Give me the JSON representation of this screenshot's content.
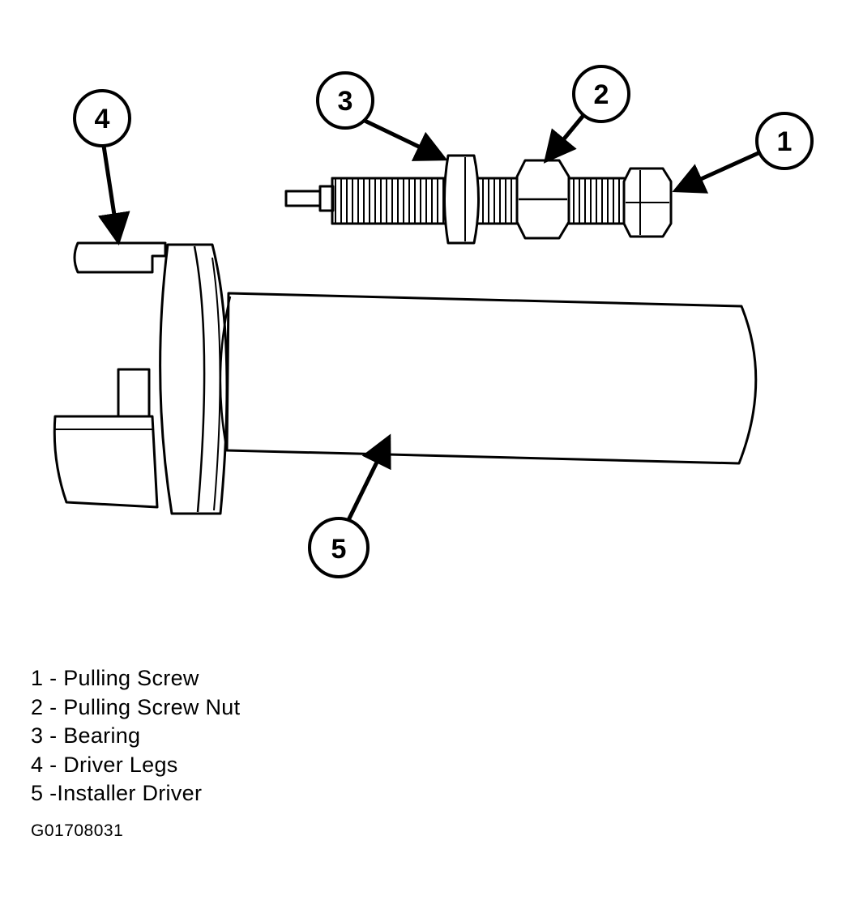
{
  "callouts": [
    {
      "id": "1",
      "label": "1"
    },
    {
      "id": "2",
      "label": "2"
    },
    {
      "id": "3",
      "label": "3"
    },
    {
      "id": "4",
      "label": "4"
    },
    {
      "id": "5",
      "label": "5"
    }
  ],
  "legend": [
    "1 - Pulling Screw",
    "2 - Pulling Screw Nut",
    "3 - Bearing",
    "4 - Driver Legs",
    "5 -Installer Driver"
  ],
  "figure_code": "G01708031"
}
